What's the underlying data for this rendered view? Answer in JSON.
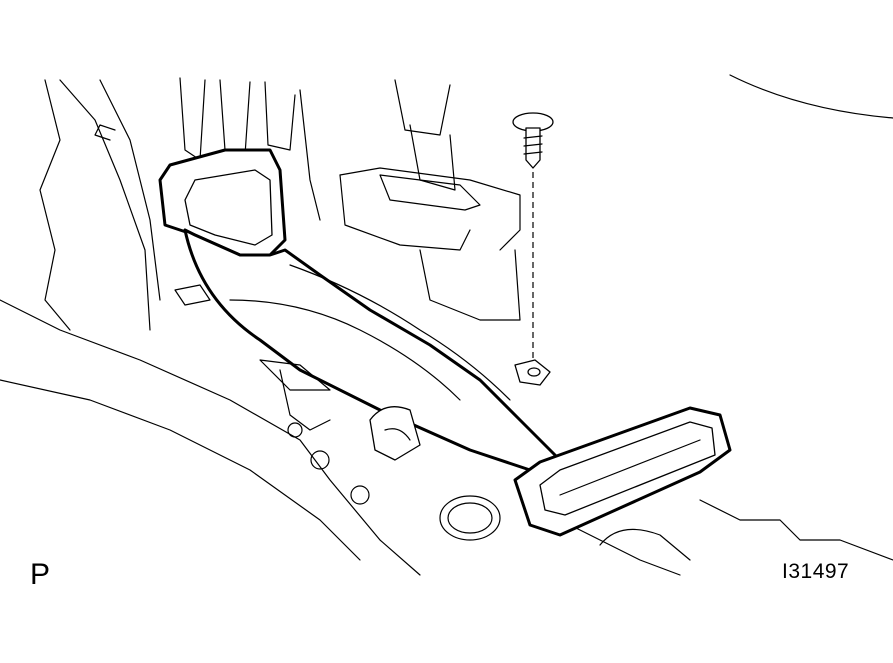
{
  "figure": {
    "view_label": "P",
    "figure_number": "I31497"
  },
  "parts": {
    "fastener": "screw-clip-icon",
    "duct": "air-duct",
    "vent_outlet": "duct-outlet-grille"
  },
  "colors": {
    "ink": "#000000",
    "paper": "#ffffff"
  }
}
